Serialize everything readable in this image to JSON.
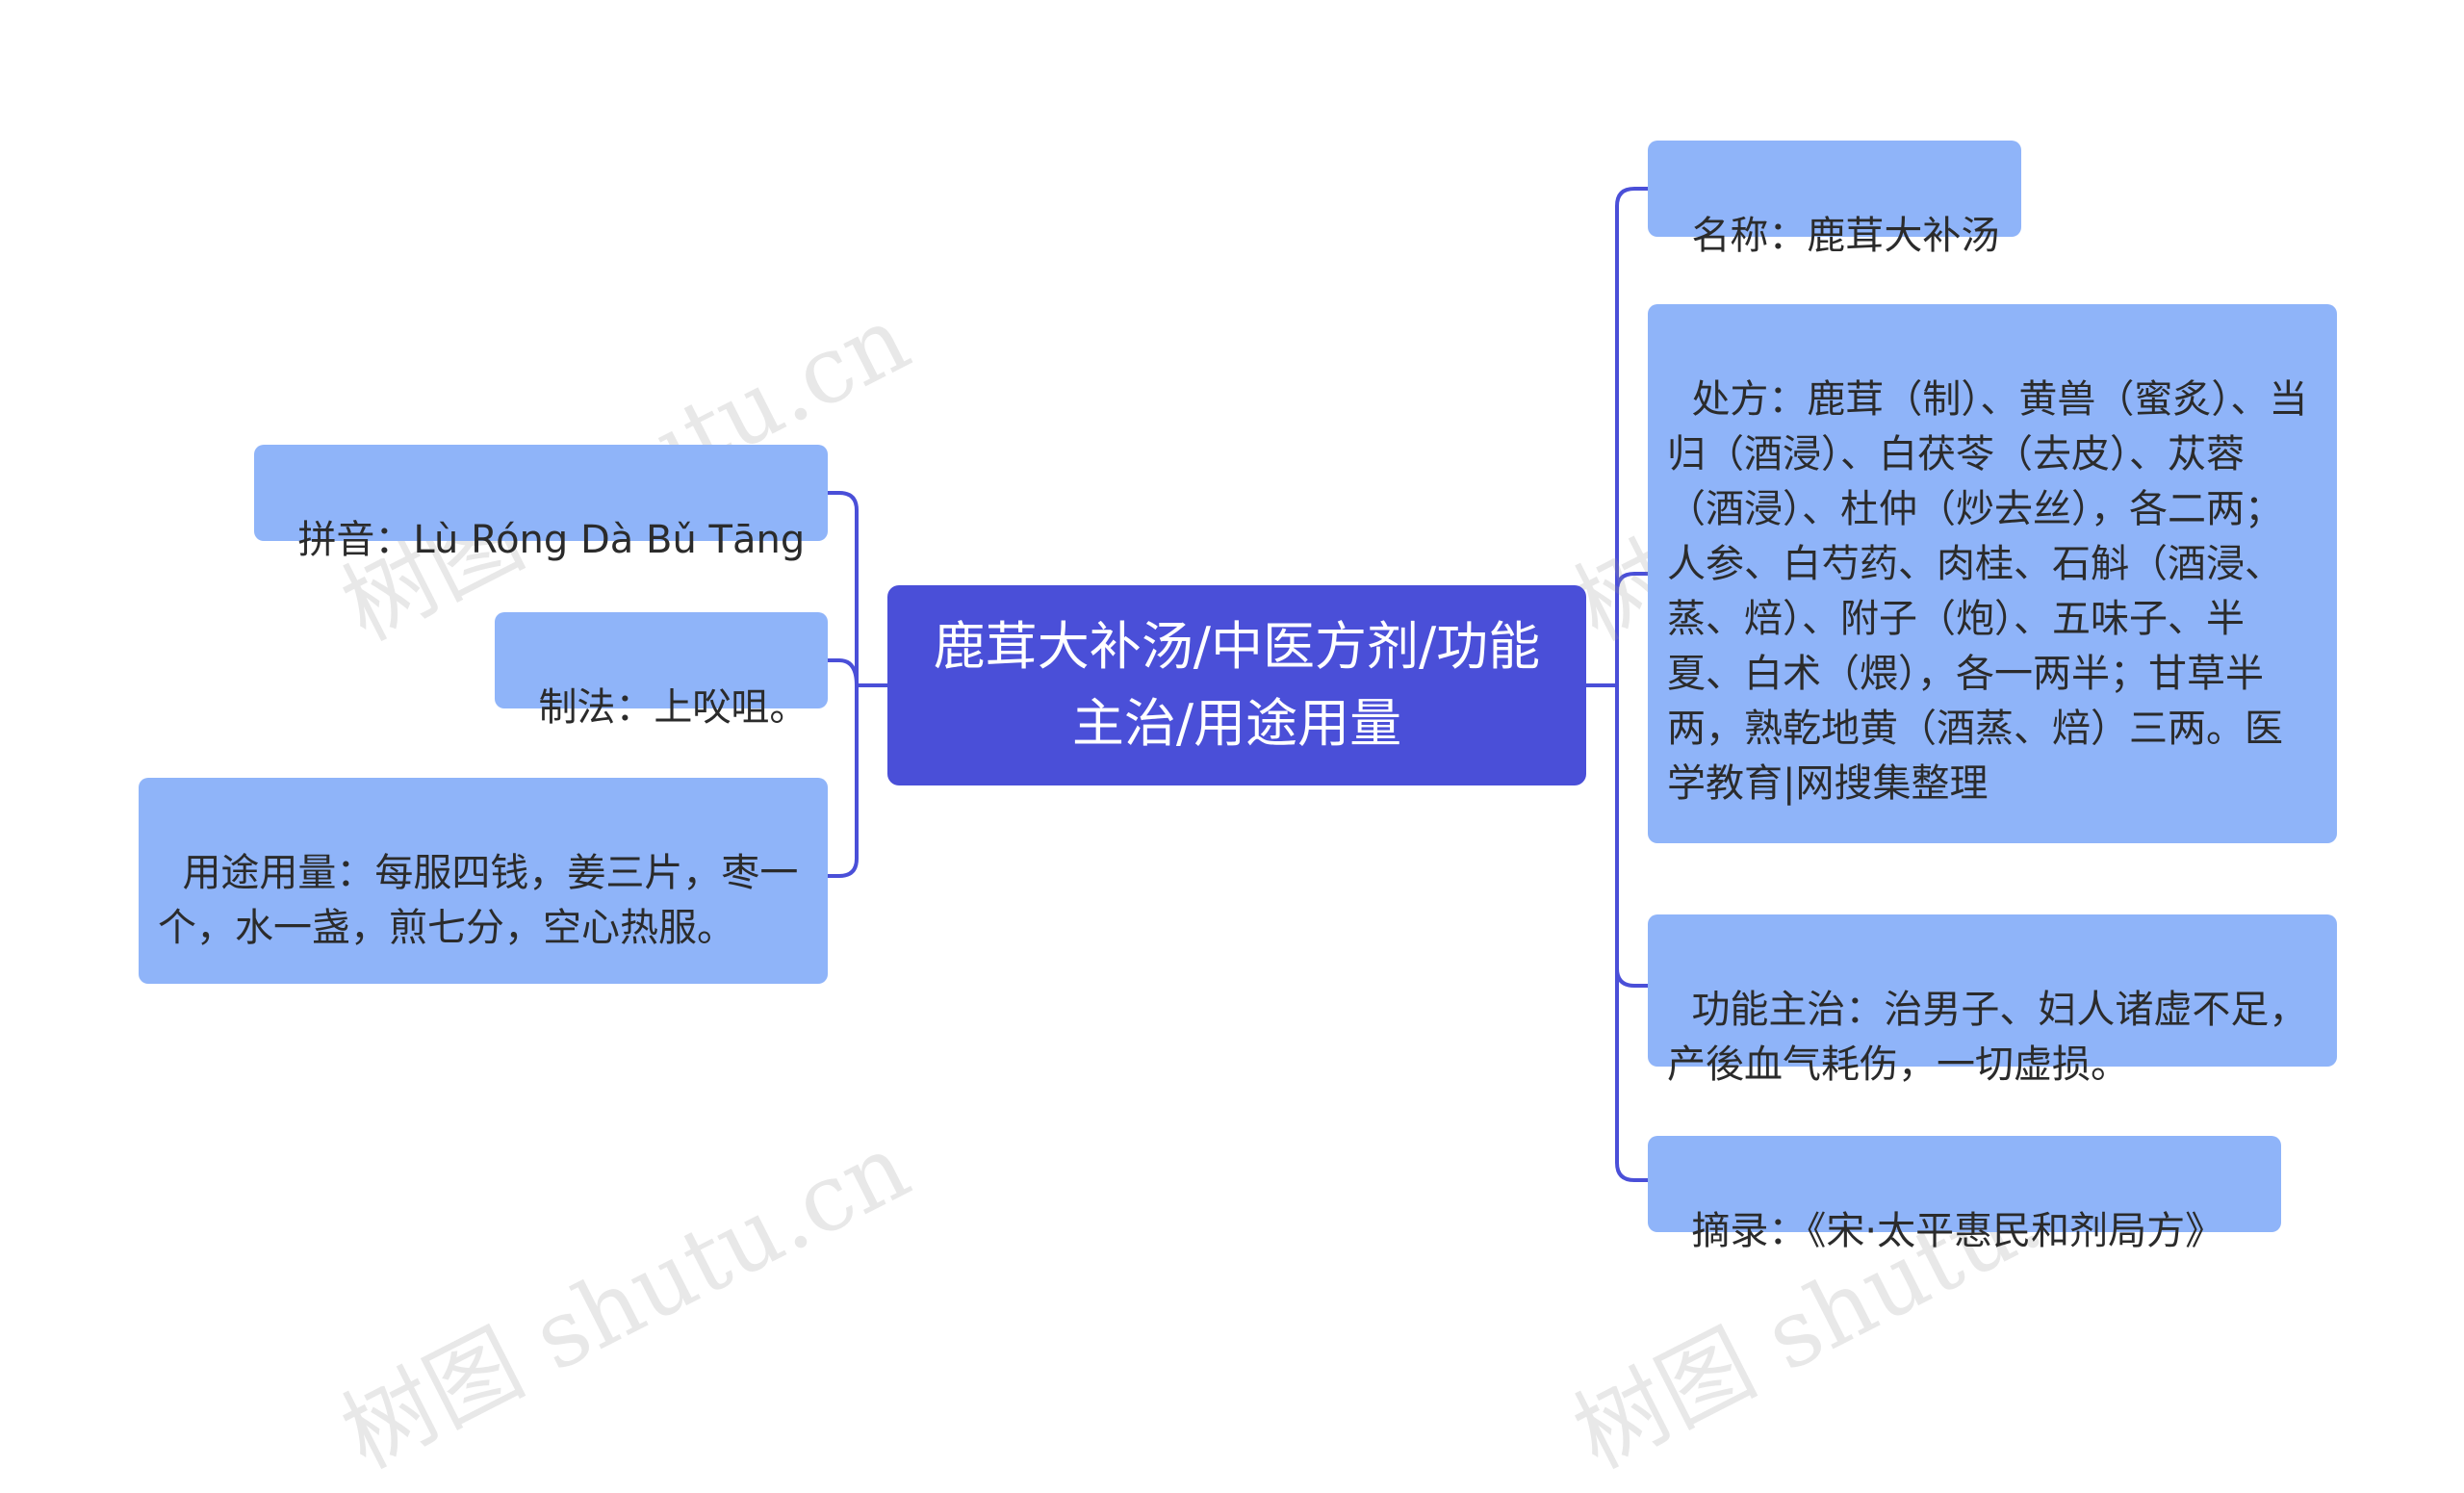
{
  "root": {
    "title": "鹿茸大补汤/中医方剂/功能主治/用途用量"
  },
  "left_nodes": [
    {
      "text": "拼音：Lù Róng Dà Bǔ Tāng"
    },
    {
      "text": "制法：上㕮咀。"
    },
    {
      "text": "用途用量：每服四钱，姜三片，枣一个，水一盏，煎七分，空心热服。"
    }
  ],
  "right_nodes": [
    {
      "text": "名称：鹿茸大补汤"
    },
    {
      "text": "处方：鹿茸（制）、黄兽（蜜炙）、当归（酒浸）、白茯苓（去皮）、苁蓉（酒浸）、杜仲（炒去丝），各二两；人参、白芍药、肉桂、石斛（酒浸、蒸、焙）、附子（炮）、五味子、半夏、白术（煨），各一两半；甘草半两，熟乾地黄（酒蒸、焙）三两。医学教育|网搜集整理"
    },
    {
      "text": "功能主治：治男子、妇人诸虚不足，产後血气耗伤，一切虚损。"
    },
    {
      "text": "摘录：《宋·太平惠民和剂局方》"
    }
  ],
  "watermark": "树图 shutu.cn",
  "colors": {
    "root_bg": "#4a4fd8",
    "node_bg": "#8fb4f9",
    "connector": "#4a4fd8"
  }
}
